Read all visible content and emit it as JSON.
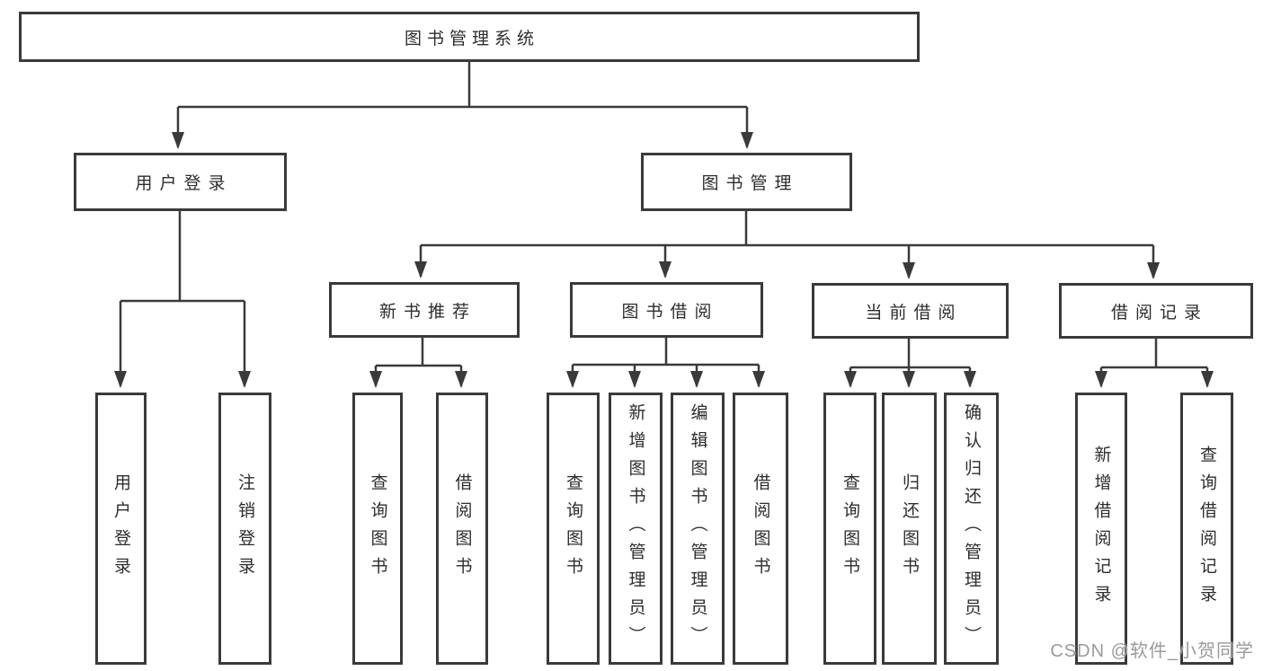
{
  "title": "图书管理系统",
  "watermark": "CSDN @软件_小贺同学",
  "colors": {
    "line": "#3a3a3a",
    "text": "#2d2d2d",
    "background": "#ffffff",
    "watermark": "#9a9a9a"
  },
  "tree": {
    "root": "图书管理系统",
    "children": [
      {
        "label": "用户登录",
        "children": [
          "用户登录",
          "注销登录"
        ]
      },
      {
        "label": "图书管理",
        "children": [
          {
            "label": "新书推荐",
            "children": [
              "查询图书",
              "借阅图书"
            ]
          },
          {
            "label": "图书借阅",
            "children": [
              "查询图书",
              "新增图书（管理员）",
              "编辑图书（管理员）",
              "借阅图书"
            ]
          },
          {
            "label": "当前借阅",
            "children": [
              "查询图书",
              "归还图书",
              "确认归还（管理员）"
            ]
          },
          {
            "label": "借阅记录",
            "children": [
              "新增借阅记录",
              "查询借阅记录"
            ]
          }
        ]
      }
    ]
  }
}
